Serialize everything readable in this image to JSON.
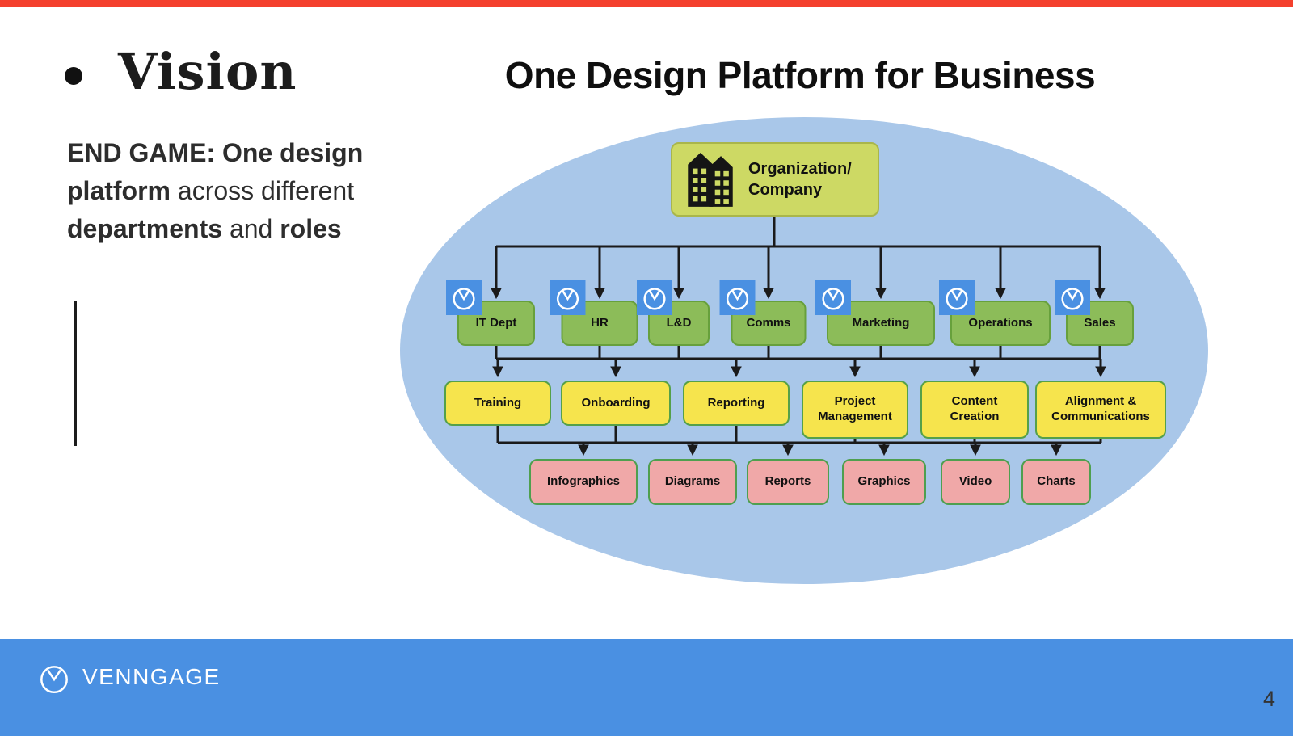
{
  "colors": {
    "top_bar": "#f4402d",
    "footer_bar": "#4a90e2",
    "badge_blue": "#4a90e2",
    "ellipse_blue": "#a9c7e9",
    "root_fill": "#cdd964",
    "department_fill": "#8cbc59",
    "function_fill": "#f6e44d",
    "output_fill": "#f0a8a8",
    "green_border": "#67a03c",
    "connector": "#1a1a1a"
  },
  "left_panel": {
    "bullet": "",
    "title": "Vision",
    "statement": [
      "END GAME: One design platform",
      " across different ",
      "departments",
      " and ",
      "roles"
    ]
  },
  "diagram": {
    "title": "One Design Platform for Business",
    "root": {
      "line1": "Organization/",
      "line2": "Company",
      "icon": "building-icon"
    },
    "department_badge_icon": "venngage-logo-icon",
    "departments": [
      "IT Dept",
      "HR",
      "L&D",
      "Comms",
      "Marketing",
      "Operations",
      "Sales"
    ],
    "functions": [
      "Training",
      "Onboarding",
      "Reporting",
      "Project Management",
      "Content Creation",
      "Alignment & Communications"
    ],
    "outputs": [
      "Infographics",
      "Diagrams",
      "Reports",
      "Graphics",
      "Video",
      "Charts"
    ]
  },
  "footer": {
    "brand": "VENNGAGE",
    "page_number": "4",
    "logo_icon": "venngage-logo-icon"
  }
}
